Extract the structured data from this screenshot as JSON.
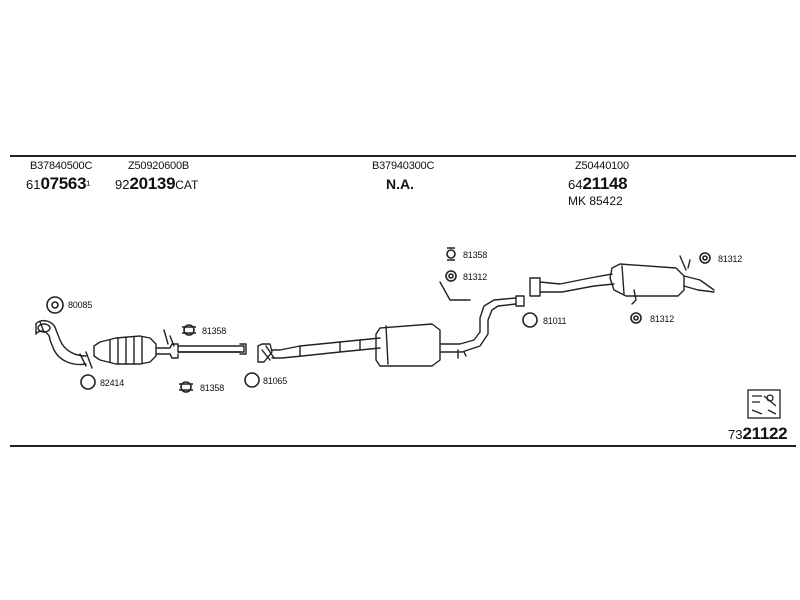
{
  "columns": [
    {
      "ref": "B37840500C",
      "prefix": "61",
      "main": "07563",
      "suffix": "¹"
    },
    {
      "ref": "Z50920600B",
      "prefix": "92",
      "main": "20139",
      "suffix": "CAT"
    },
    {
      "ref": "B37940300C",
      "plain": "N.A."
    },
    {
      "ref": "Z50440100",
      "prefix": "64",
      "main": "21148",
      "extra": "MK 85422"
    }
  ],
  "parts": [
    {
      "label": "80085"
    },
    {
      "label": "82414"
    },
    {
      "label": "81358"
    },
    {
      "label": "81358"
    },
    {
      "label": "81065"
    },
    {
      "label": "81358"
    },
    {
      "label": "81312"
    },
    {
      "label": "81011"
    },
    {
      "label": "81312"
    },
    {
      "label": "81312"
    }
  ],
  "footer": {
    "prefix": "73",
    "main": "21122"
  }
}
